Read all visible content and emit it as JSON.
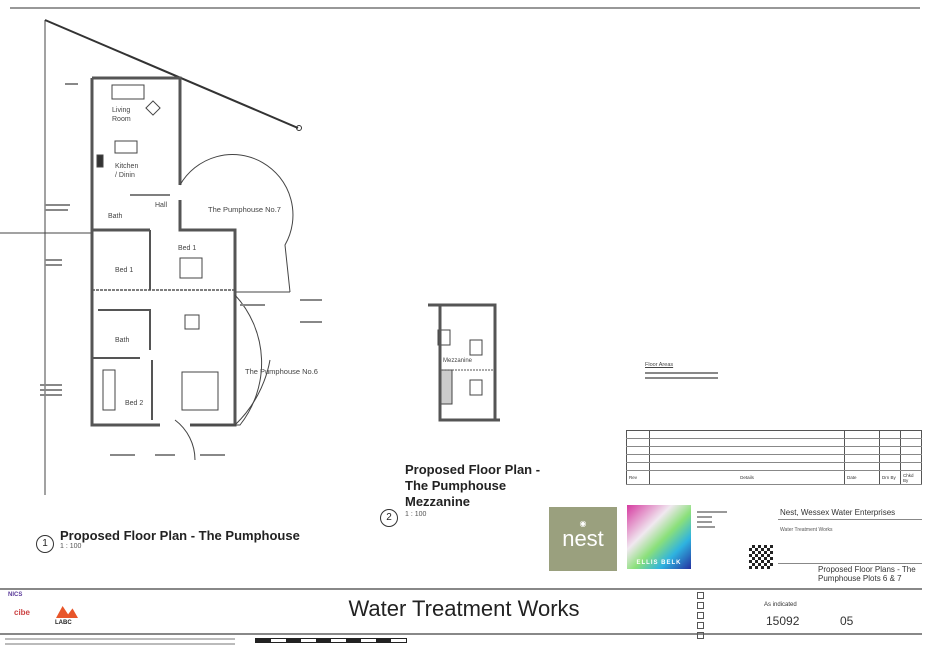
{
  "plan1": {
    "number": "1",
    "title": "Proposed Floor Plan - The Pumphouse",
    "scale": "1 : 100",
    "rooms": {
      "living": "Living",
      "living2": "Room",
      "kitchen": "Kitchen",
      "kitchen2": "/ Dinin",
      "hall": "Hall",
      "bath": "Bath",
      "bed1": "Bed 1",
      "bed1b": "Bed 1",
      "bath2": "Bath",
      "bed2": "Bed 2",
      "no7": "The Pumphouse No.7",
      "no6": "The Pumphouse No.6"
    }
  },
  "plan2": {
    "number": "2",
    "title_line1": "Proposed Floor Plan -",
    "title_line2": "The Pumphouse",
    "title_line3": "Mezzanine",
    "scale": "1 : 100",
    "room": "Mezzanine"
  },
  "floor_areas": {
    "heading": "Floor Areas"
  },
  "revision_table": {
    "headers": [
      "Rev",
      "Details",
      "Date",
      "Drn By",
      "Chkd By"
    ]
  },
  "title_block": {
    "client": "Nest, Wessex Water Enterprises",
    "project": "Water Treatment Works",
    "drawing_title_line1": "Proposed Floor Plans - The",
    "drawing_title_line2": "Pumphouse Plots 6 & 7",
    "sheet_title": "Water Treatment Works",
    "scale": "As indicated",
    "project_number": "15092",
    "drawing_number": "05",
    "nest_logo": "nest",
    "ellis_logo": "ELLIS BELK",
    "accreditation_logos": [
      "NICS",
      "cibe",
      "LABC"
    ]
  }
}
